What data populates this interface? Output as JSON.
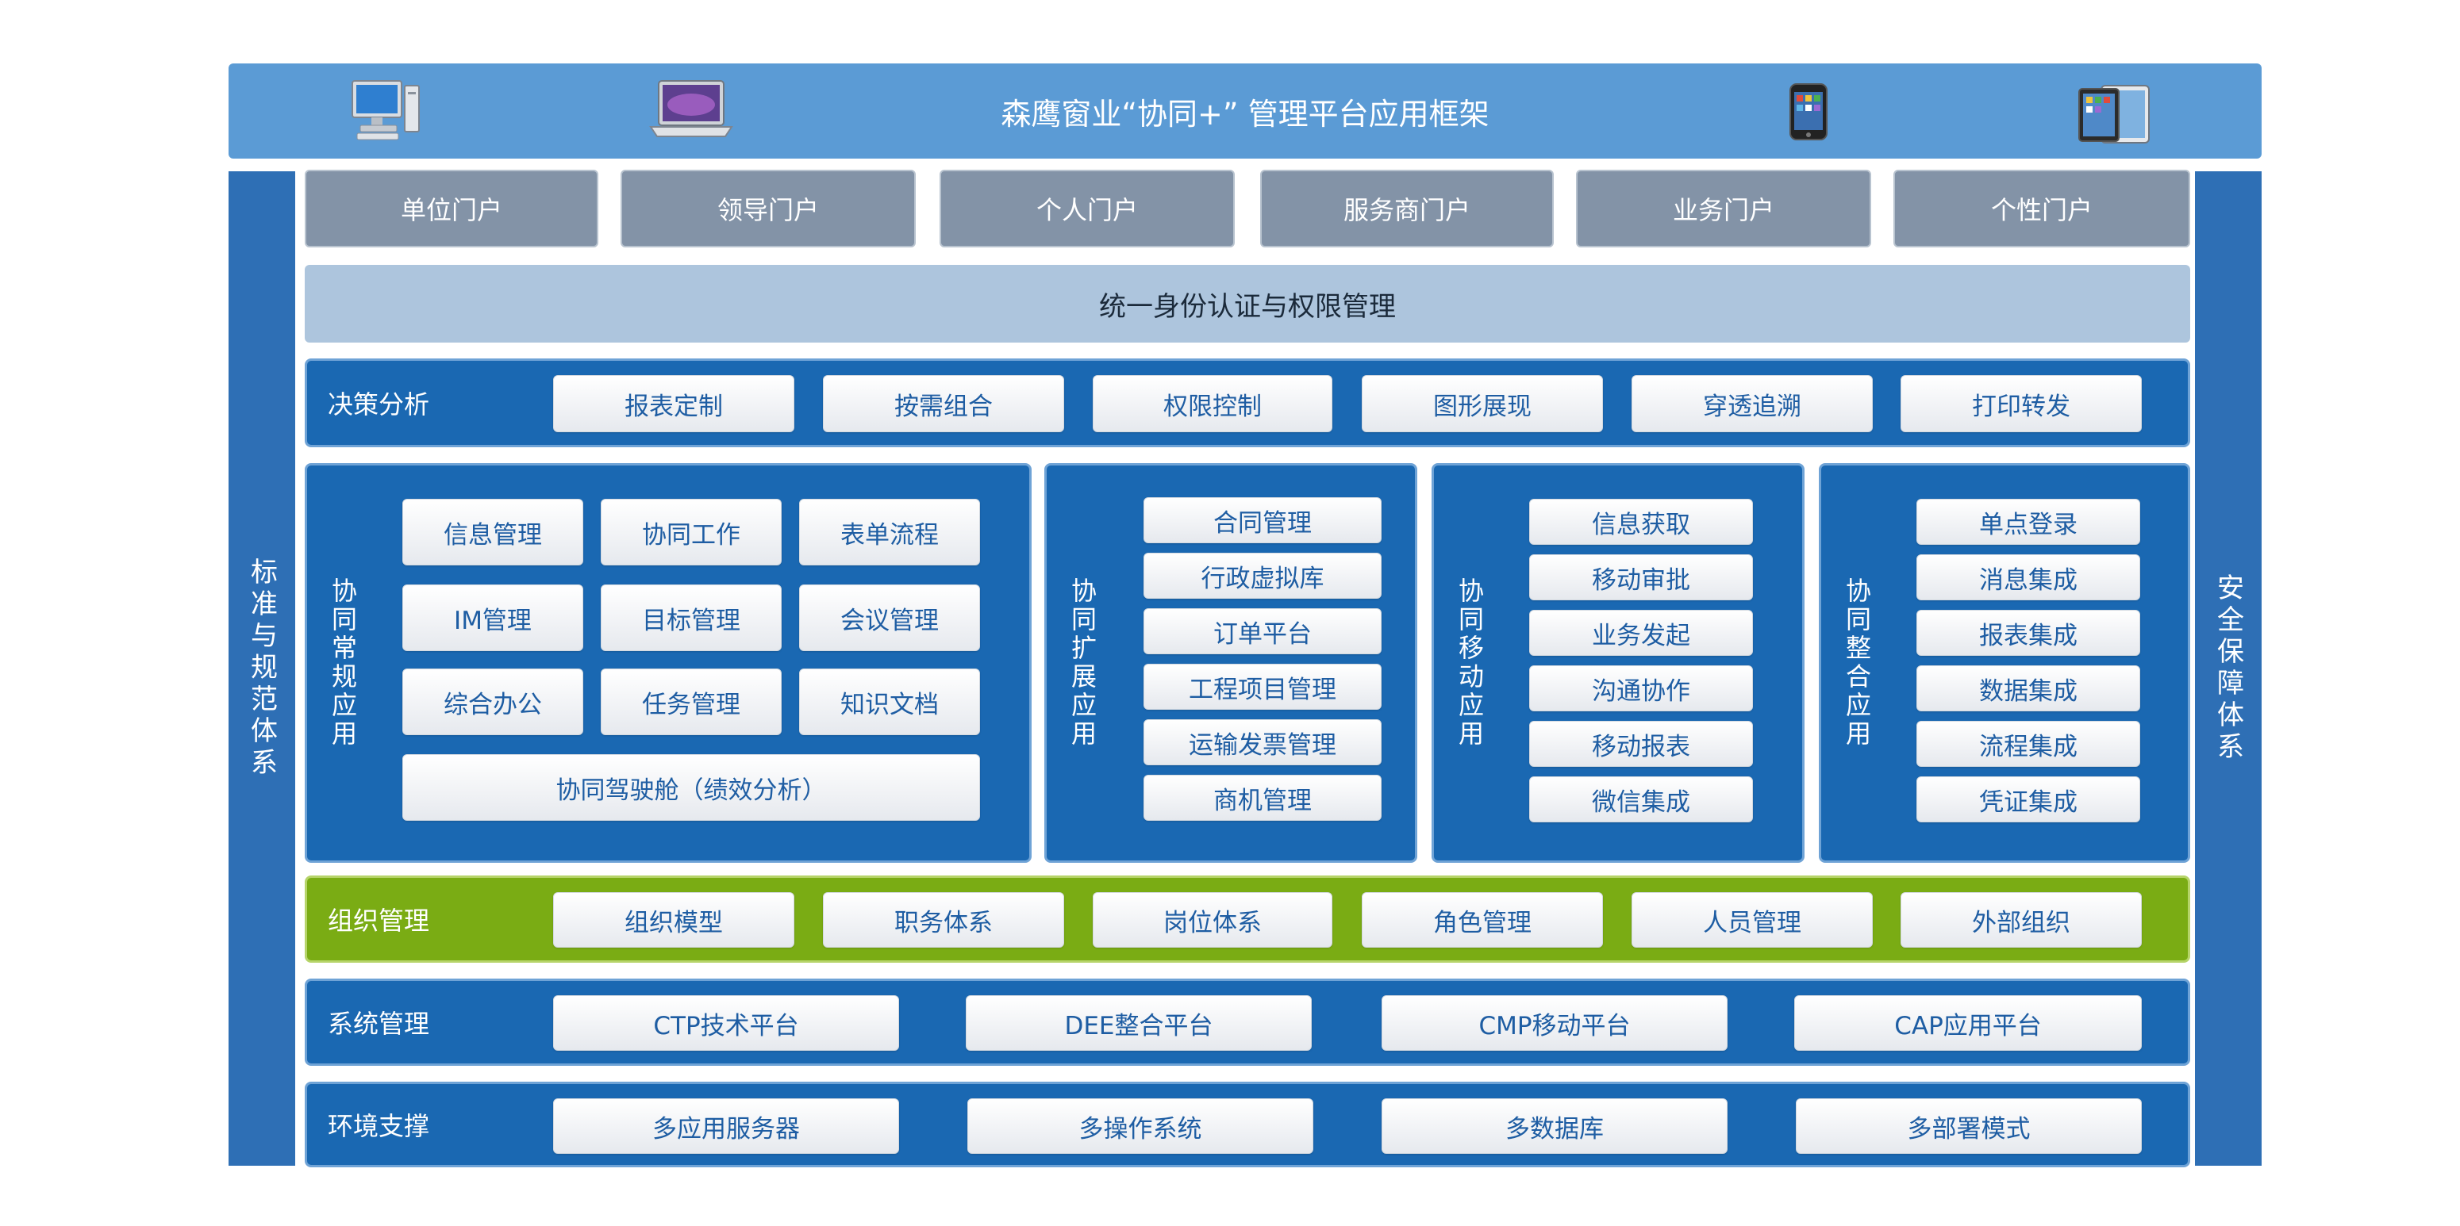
{
  "header": {
    "title": "森鹰窗业“协同+” 管理平台应用框架",
    "devices": [
      "desktop-icon",
      "laptop-icon",
      "phone-icon",
      "tablet-icon"
    ]
  },
  "sidebars": {
    "left": "标准与规范体系",
    "right": "安全保障体系"
  },
  "portals": [
    "单位门户",
    "领导门户",
    "个人门户",
    "服务商门户",
    "业务门户",
    "个性门户"
  ],
  "auth": "统一身份认证与权限管理",
  "decision": {
    "label": "决策分析",
    "items": [
      "报表定制",
      "按需组合",
      "权限控制",
      "图形展现",
      "穿透追溯",
      "打印转发"
    ]
  },
  "apps": {
    "regular": {
      "label": "协同常规应用",
      "items": [
        "信息管理",
        "协同工作",
        "表单流程",
        "IM管理",
        "目标管理",
        "会议管理",
        "综合办公",
        "任务管理",
        "知识文档"
      ],
      "wide": "协同驾驶舱（绩效分析）"
    },
    "extended": {
      "label": "协同扩展应用",
      "items": [
        "合同管理",
        "行政虚拟库",
        "订单平台",
        "工程项目管理",
        "运输发票管理",
        "商机管理"
      ]
    },
    "mobile": {
      "label": "协同移动应用",
      "items": [
        "信息获取",
        "移动审批",
        "业务发起",
        "沟通协作",
        "移动报表",
        "微信集成"
      ]
    },
    "integration": {
      "label": "协同整合应用",
      "items": [
        "单点登录",
        "消息集成",
        "报表集成",
        "数据集成",
        "流程集成",
        "凭证集成"
      ]
    }
  },
  "org": {
    "label": "组织管理",
    "items": [
      "组织模型",
      "职务体系",
      "岗位体系",
      "角色管理",
      "人员管理",
      "外部组织"
    ]
  },
  "system": {
    "label": "系统管理",
    "items": [
      "CTP技术平台",
      "DEE整合平台",
      "CMP移动平台",
      "CAP应用平台"
    ]
  },
  "env": {
    "label": "环境支撑",
    "items": [
      "多应用服务器",
      "多操作系统",
      "多数据库",
      "多部署模式"
    ]
  },
  "colors": {
    "header": "#5b9bd5",
    "sidebar": "#2e6fb5",
    "portal": "#8393a7",
    "auth": "#adc5dd",
    "row_blue": "#1a68b2",
    "row_green": "#7aac14",
    "chip_text": "#1e5da3"
  }
}
